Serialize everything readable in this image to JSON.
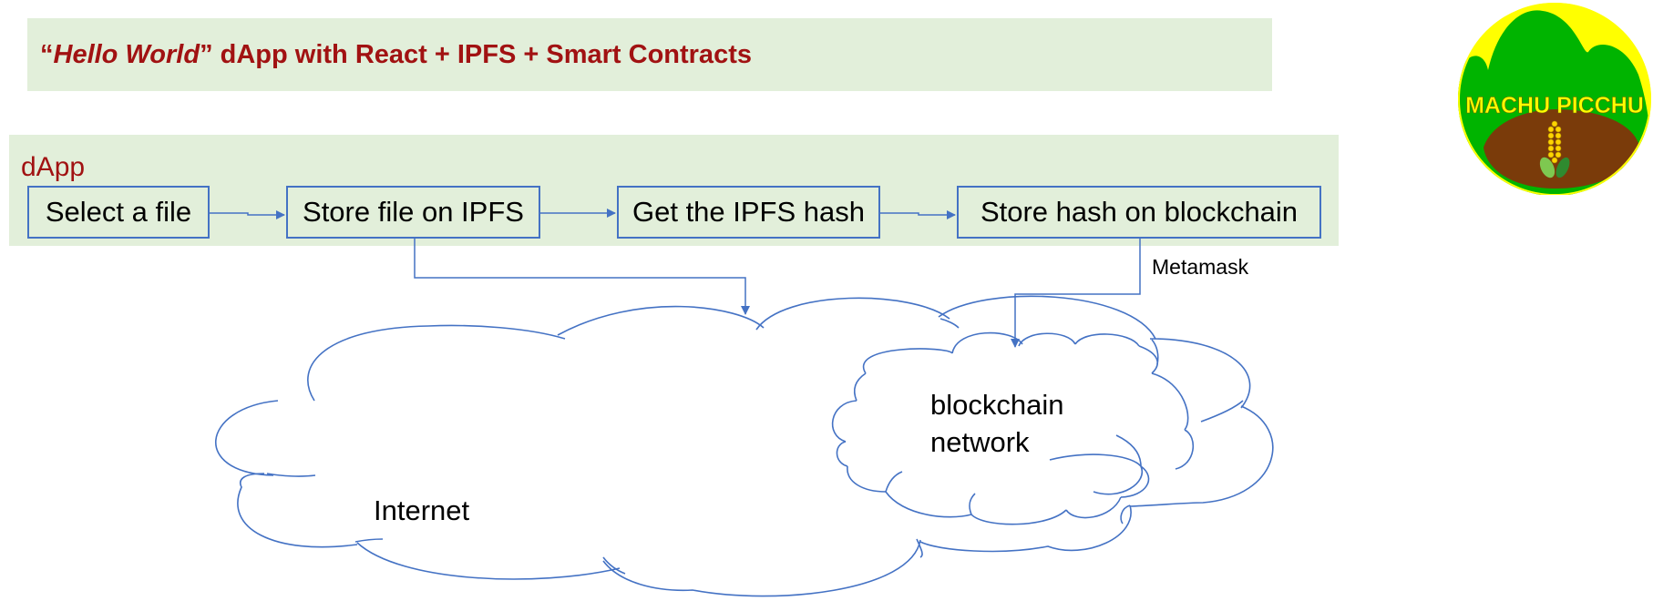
{
  "title": {
    "open_quote": "“",
    "hello_world": "Hello World",
    "close_quote": "”",
    "rest": " dApp with React + IPFS + Smart Contracts"
  },
  "dapp": {
    "label": "dApp",
    "steps": [
      "Select a file",
      "Store file on IPFS",
      "Get the IPFS hash",
      "Store hash on blockchain"
    ]
  },
  "labels": {
    "metamask": "Metamask",
    "internet": "Internet",
    "blockchain_line1": "blockchain",
    "blockchain_line2": "network"
  },
  "logo": {
    "text": "MACHU PICCHU"
  },
  "colors": {
    "panel": "#e2efda",
    "accent_red": "#a11212",
    "line_blue": "#4472c4",
    "logo_yellow": "#ffff00",
    "logo_green": "#00b400",
    "logo_brown": "#7a3b0a"
  }
}
